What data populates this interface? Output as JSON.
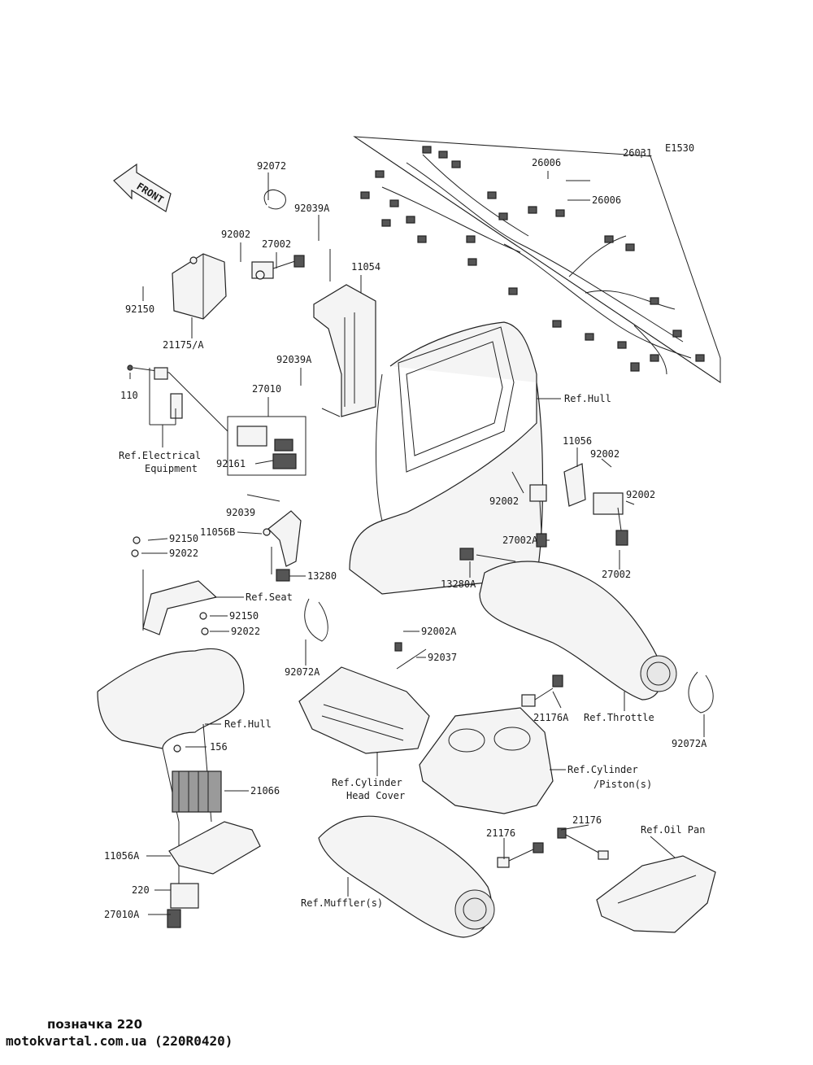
{
  "diagram_code": "E1530",
  "front_label": "FRONT",
  "labels": [
    {
      "id": "p-26031",
      "text": "26031"
    },
    {
      "id": "p-26006a",
      "text": "26006"
    },
    {
      "id": "p-26006b",
      "text": "26006"
    },
    {
      "id": "p-92072",
      "text": "92072"
    },
    {
      "id": "p-92039a1",
      "text": "92039A"
    },
    {
      "id": "p-92002a",
      "text": "92002"
    },
    {
      "id": "p-27002a",
      "text": "27002"
    },
    {
      "id": "p-11054",
      "text": "11054"
    },
    {
      "id": "p-92150a",
      "text": "92150"
    },
    {
      "id": "p-21175",
      "text": "21175/A"
    },
    {
      "id": "p-92039a2",
      "text": "92039A"
    },
    {
      "id": "p-110",
      "text": "110"
    },
    {
      "id": "p-27010",
      "text": "27010"
    },
    {
      "id": "p-refhull1",
      "text": "Ref.Hull"
    },
    {
      "id": "p-refelec1",
      "text": "Ref.Electrical"
    },
    {
      "id": "p-refelec2",
      "text": "Equipment"
    },
    {
      "id": "p-92161",
      "text": "92161"
    },
    {
      "id": "p-92039",
      "text": "92039"
    },
    {
      "id": "p-11056",
      "text": "11056"
    },
    {
      "id": "p-92002b",
      "text": "92002"
    },
    {
      "id": "p-92002c",
      "text": "92002"
    },
    {
      "id": "p-92002d",
      "text": "92002"
    },
    {
      "id": "p-92150b",
      "text": "92150"
    },
    {
      "id": "p-11056b",
      "text": "11056B"
    },
    {
      "id": "p-92022a",
      "text": "92022"
    },
    {
      "id": "p-27002a2",
      "text": "27002A"
    },
    {
      "id": "p-27002b",
      "text": "27002"
    },
    {
      "id": "p-13280a",
      "text": "13280A"
    },
    {
      "id": "p-13280",
      "text": "13280"
    },
    {
      "id": "p-refseat",
      "text": "Ref.Seat"
    },
    {
      "id": "p-92150c",
      "text": "92150"
    },
    {
      "id": "p-92022b",
      "text": "92022"
    },
    {
      "id": "p-92002a2",
      "text": "92002A"
    },
    {
      "id": "p-92037",
      "text": "92037"
    },
    {
      "id": "p-92072a1",
      "text": "92072A"
    },
    {
      "id": "p-21176a",
      "text": "21176A"
    },
    {
      "id": "p-refthrottle",
      "text": "Ref.Throttle"
    },
    {
      "id": "p-92072a2",
      "text": "92072A"
    },
    {
      "id": "p-refhull2",
      "text": "Ref.Hull"
    },
    {
      "id": "p-refcylhead1",
      "text": "Ref.Cylinder"
    },
    {
      "id": "p-refcylhead2",
      "text": "Head Cover"
    },
    {
      "id": "p-refcyl1",
      "text": "Ref.Cylinder"
    },
    {
      "id": "p-refcyl2",
      "text": "/Piston(s)"
    },
    {
      "id": "p-156",
      "text": "156"
    },
    {
      "id": "p-21066",
      "text": "21066"
    },
    {
      "id": "p-21176b",
      "text": "21176"
    },
    {
      "id": "p-21176c",
      "text": "21176"
    },
    {
      "id": "p-refoilpan",
      "text": "Ref.Oil Pan"
    },
    {
      "id": "p-11056a",
      "text": "11056A"
    },
    {
      "id": "p-220",
      "text": "220"
    },
    {
      "id": "p-refmuffler",
      "text": "Ref.Muffler(s)"
    },
    {
      "id": "p-27010a",
      "text": "27010A"
    }
  ],
  "footer": {
    "note": "позначка 220",
    "site": "motokvartal.com.ua (220R0420)"
  }
}
